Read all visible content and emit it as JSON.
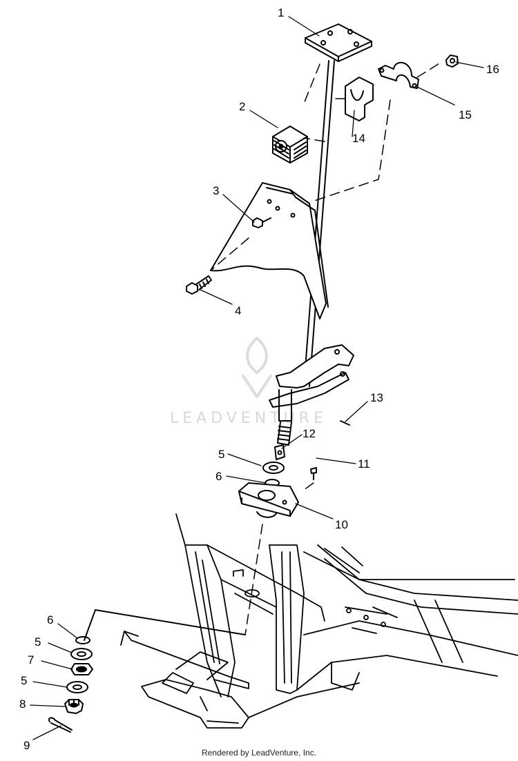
{
  "diagram": {
    "callouts": [
      "1",
      "2",
      "3",
      "4",
      "5",
      "6",
      "10",
      "11",
      "12",
      "13",
      "14",
      "15",
      "16",
      "5",
      "6",
      "7",
      "5",
      "8",
      "9"
    ],
    "footer": "Rendered by LeadVenture, Inc.",
    "watermark": "LEADVENTURE"
  }
}
